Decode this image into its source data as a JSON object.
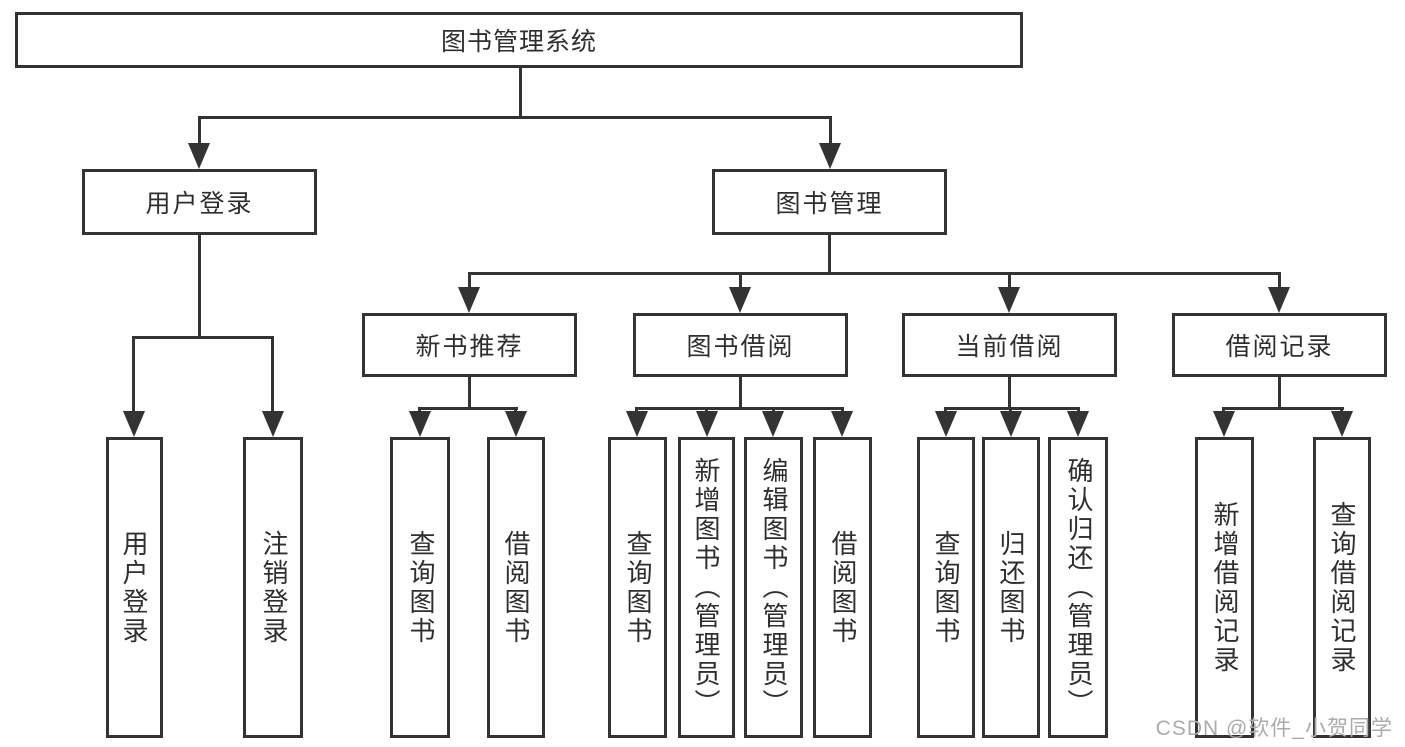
{
  "diagram_title": "图书管理系统",
  "nodes": {
    "root": {
      "label": "图书管理系统"
    },
    "user_login": {
      "label": "用户登录"
    },
    "book_mgmt": {
      "label": "图书管理"
    },
    "new_book_rec": {
      "label": "新书推荐"
    },
    "book_borrow": {
      "label": "图书借阅"
    },
    "current_borrow": {
      "label": "当前借阅"
    },
    "borrow_record": {
      "label": "借阅记录"
    },
    "leaf_user_login": {
      "label": "用户登录"
    },
    "leaf_logout": {
      "label": "注销登录"
    },
    "leaf_nbr_query_book": {
      "label": "查询图书"
    },
    "leaf_nbr_borrow_book": {
      "label": "借阅图书"
    },
    "leaf_bb_query_book": {
      "label": "查询图书"
    },
    "leaf_bb_add_book": {
      "label": "新增图书（管理员）"
    },
    "leaf_bb_edit_book": {
      "label": "编辑图书（管理员）"
    },
    "leaf_bb_borrow_book": {
      "label": "借阅图书"
    },
    "leaf_cb_query_book": {
      "label": "查询图书"
    },
    "leaf_cb_return_book": {
      "label": "归还图书"
    },
    "leaf_cb_confirm_return": {
      "label": "确认归还（管理员）"
    },
    "leaf_br_add_record": {
      "label": "新增借阅记录"
    },
    "leaf_br_query_record": {
      "label": "查询借阅记录"
    }
  },
  "watermark": "CSDN @软件_小贺同学",
  "colors": {
    "line": "#333333",
    "text": "#2f2f2f",
    "watermark": "#ababab",
    "background": "#ffffff"
  }
}
